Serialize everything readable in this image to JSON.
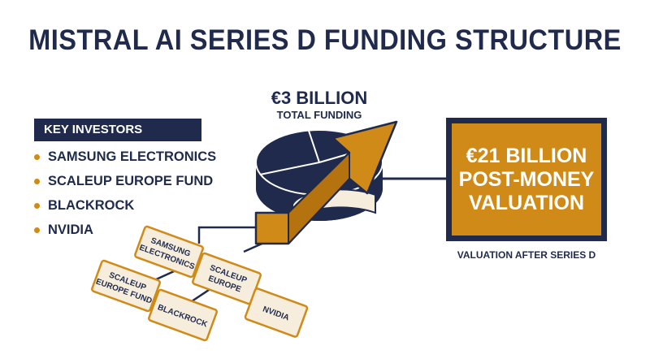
{
  "title": "MISTRAL AI SERIES D FUNDING STRUCTURE",
  "funding": {
    "amount": "€3 BILLION",
    "label": "TOTAL FUNDING"
  },
  "investors": {
    "header": "KEY INVESTORS",
    "items": [
      "SAMSUNG ELECTRONICS",
      "SCALEUP EUROPE FUND",
      "BLACKROCK",
      "NVIDIA"
    ]
  },
  "valuation": {
    "lines": [
      "€21 BILLION",
      "POST-MONEY",
      "VALUATION"
    ],
    "caption": "VALUATION AFTER SERIES D"
  },
  "network_nodes": [
    {
      "lines": [
        "SAMSUNG",
        "ELECTRONICS"
      ]
    },
    {
      "lines": [
        "SCALEUP",
        "EUROPE FUND"
      ]
    },
    {
      "lines": [
        "SCALEUP",
        "EUROPE"
      ]
    },
    {
      "lines": [
        "BLACKROCK"
      ]
    },
    {
      "lines": [
        "NVIDIA"
      ]
    }
  ],
  "colors": {
    "navy": "#1f2a4d",
    "gold": "#d08a17",
    "light_gold": "#f6eddc",
    "background": "#ffffff"
  },
  "icons": {
    "center_graphic": "pie-chart-with-arrow-icon",
    "bullet": "dot-icon"
  }
}
